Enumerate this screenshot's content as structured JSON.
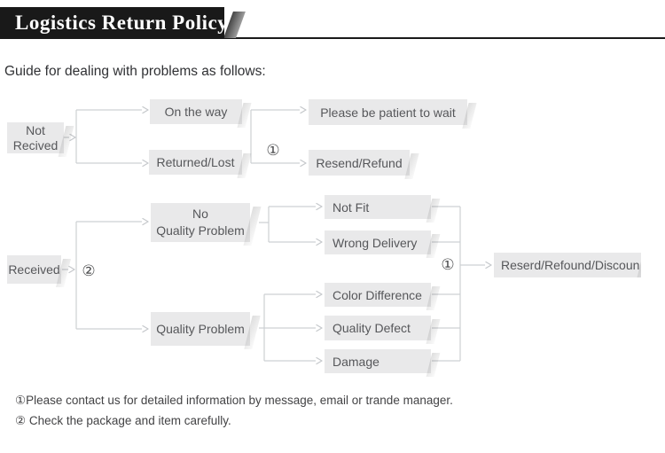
{
  "banner": {
    "title": "Logistics Return Policy"
  },
  "intro": "Guide for dealing with problems as follows:",
  "flow": {
    "not_received": "Not\nRecived",
    "on_the_way": "On the way",
    "returned_lost": "Returned/Lost",
    "marker_not_received_result": "①",
    "please_wait": "Please be patient to wait",
    "resend_refund": "Resend/Refund",
    "received": "Received",
    "marker_received": "②",
    "no_quality_problem": "No\nQuality Problem",
    "quality_problem": "Quality Problem",
    "not_fit": "Not Fit",
    "wrong_delivery": "Wrong Delivery",
    "color_difference": "Color Difference",
    "quality_defect": "Quality Defect",
    "damage": "Damage",
    "marker_resolution": "①",
    "resolution": "Reserd/Refound/Discoun"
  },
  "notes": {
    "note1": "①Please contact us for detailed information by message, email or trande manager.",
    "note2": "② Check the package and item carefully."
  },
  "colors": {
    "banner_bg": "#191919",
    "banner_text": "#ffffff",
    "box_bg": "#e9e9ea",
    "box_text": "#56575a",
    "connector": "#cdd0d3",
    "note_text": "#434345"
  }
}
